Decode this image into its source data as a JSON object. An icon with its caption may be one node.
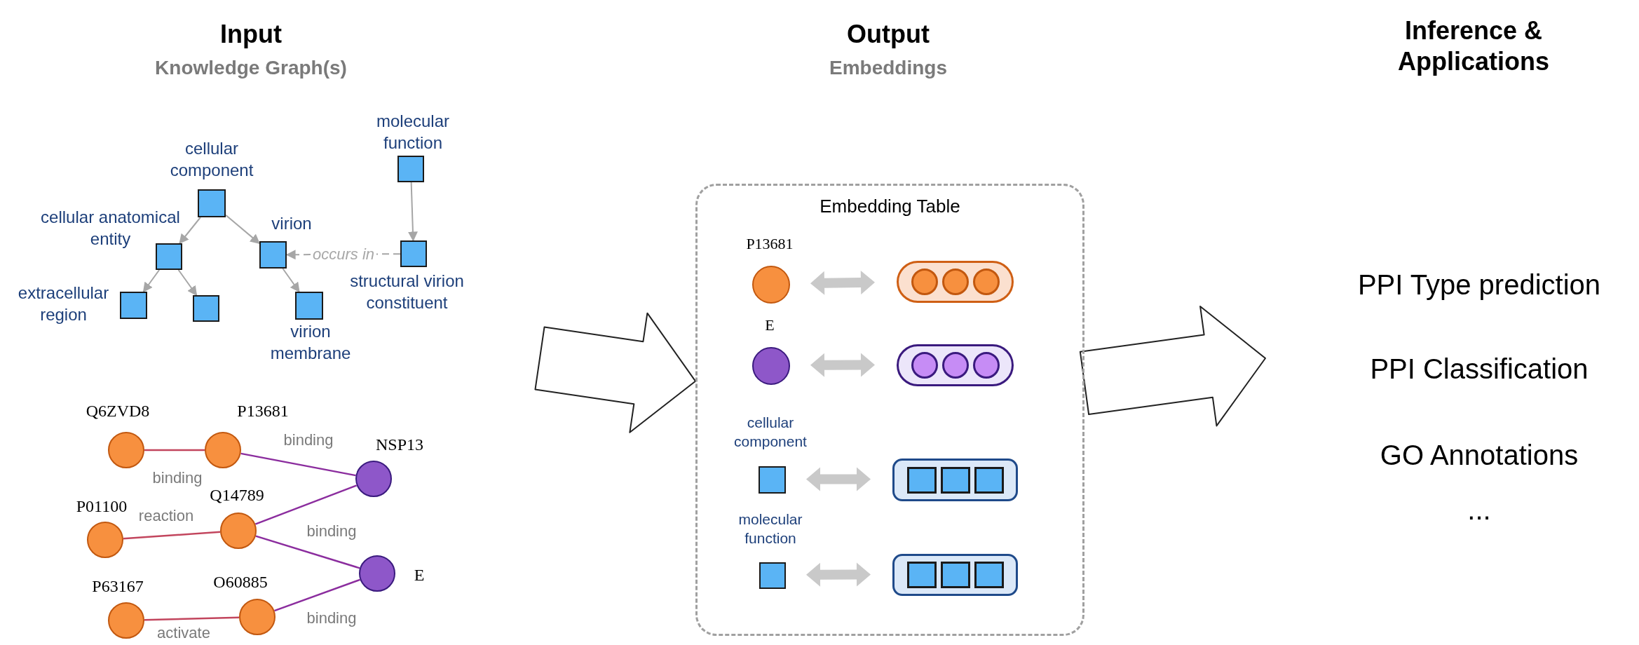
{
  "diagram": {
    "nodes": [
      {
        "text": [],
        "shape": "box",
        "beside": [
          "cellular component"
        ]
      },
      {
        "text": [],
        "shape": "box",
        "beside": [
          "cellular anatomical entity"
        ]
      },
      {
        "text": [],
        "shape": "box",
        "beside": [
          "virion"
        ]
      },
      {
        "text": [],
        "shape": "box",
        "beside": [
          "extracellular region"
        ]
      },
      {
        "text": [],
        "shape": "box"
      },
      {
        "text": [],
        "shape": "box",
        "beside": [
          "virion membrane"
        ]
      },
      {
        "text": [],
        "shape": "box",
        "beside": [
          "molecular function"
        ]
      },
      {
        "text": [],
        "shape": "box",
        "beside": [
          "structural virion constituent"
        ]
      },
      {
        "text": [],
        "shape": "circle",
        "beside": [
          "Q6ZVD8"
        ]
      },
      {
        "text": [],
        "shape": "circle",
        "beside": [
          "P13681"
        ]
      },
      {
        "text": [],
        "shape": "circle",
        "beside": [
          "NSP13"
        ]
      },
      {
        "text": [],
        "shape": "circle",
        "beside": [
          "P01100"
        ]
      },
      {
        "text": [],
        "shape": "circle",
        "beside": [
          "Q14789"
        ]
      },
      {
        "text": [],
        "shape": "circle",
        "beside": [
          "E"
        ]
      },
      {
        "text": [],
        "shape": "circle",
        "beside": [
          "P63167"
        ]
      },
      {
        "text": [],
        "shape": "circle",
        "beside": [
          "O60885"
        ]
      },
      {
        "text": [
          "Embedding Table"
        ]
      },
      {
        "text": [],
        "shape": "circle",
        "in": 16,
        "beside": [
          "P13681"
        ]
      },
      {
        "text": [],
        "shape": "bar",
        "in": 16
      },
      {
        "text": [],
        "shape": "circle",
        "in": 16,
        "beside": [
          "E"
        ]
      },
      {
        "text": [],
        "shape": "bar",
        "in": 16
      },
      {
        "text": [],
        "shape": "box",
        "in": 16,
        "beside": [
          "cellular component"
        ]
      },
      {
        "text": [],
        "shape": "bar",
        "in": 16
      },
      {
        "text": [],
        "shape": "box",
        "in": 16,
        "beside": [
          "molecular function"
        ]
      },
      {
        "text": [],
        "shape": "bar",
        "in": 16
      }
    ],
    "edges": [
      {
        "from": 0,
        "to": 1,
        "arrow": "to"
      },
      {
        "from": 0,
        "to": 2,
        "arrow": "to"
      },
      {
        "from": 1,
        "to": 3,
        "arrow": "to"
      },
      {
        "from": 1,
        "to": 4,
        "arrow": "to"
      },
      {
        "from": 2,
        "to": 5,
        "arrow": "to"
      },
      {
        "from": 6,
        "to": 7,
        "arrow": "to"
      },
      {
        "from": 7,
        "to": 2,
        "arrow": "to",
        "style": "dashed",
        "label": "occurs in"
      },
      {
        "from": 8,
        "to": 9,
        "arrow": "none",
        "color": "#c2455d",
        "label": "binding"
      },
      {
        "from": 9,
        "to": 10,
        "arrow": "none",
        "color": "#8b2d9e",
        "label": "binding"
      },
      {
        "from": 11,
        "to": 12,
        "arrow": "none",
        "color": "#c2455d",
        "label": "reaction"
      },
      {
        "from": 12,
        "to": 10,
        "arrow": "none",
        "color": "#8b2d9e"
      },
      {
        "from": 12,
        "to": 13,
        "arrow": "none",
        "color": "#8b2d9e",
        "label": "binding"
      },
      {
        "from": 14,
        "to": 15,
        "arrow": "none",
        "color": "#c2455d",
        "label": "activate"
      },
      {
        "from": 15,
        "to": 13,
        "arrow": "none",
        "color": "#8b2d9e",
        "label": "binding"
      },
      {
        "from": null,
        "to": 16,
        "arrow": "to",
        "style": "thick",
        "color": "#222222"
      },
      {
        "from": 16,
        "to": null,
        "arrow": "to",
        "style": "thick",
        "color": "#222222"
      },
      {
        "from": 17,
        "to": 18,
        "arrow": "both",
        "style": "thick"
      },
      {
        "from": 19,
        "to": 20,
        "arrow": "both",
        "style": "thick"
      },
      {
        "from": 21,
        "to": 22,
        "arrow": "both",
        "style": "thick"
      },
      {
        "from": 23,
        "to": 24,
        "arrow": "both",
        "style": "thick"
      }
    ],
    "labels": [
      "Input",
      "Knowledge Graph(s)",
      "Output",
      "Embeddings",
      "Inference & Applications",
      "PPI Type prediction",
      "PPI Classification",
      "GO Annotations",
      "..."
    ]
  }
}
